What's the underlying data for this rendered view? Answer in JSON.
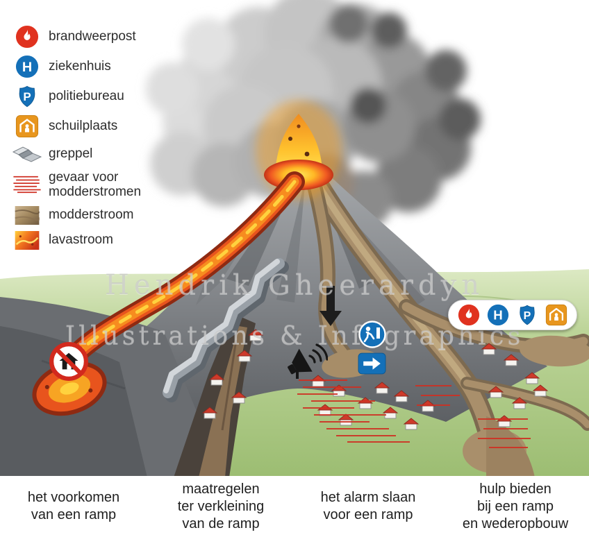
{
  "colors": {
    "fire_red": "#e0321f",
    "medical_blue": "#1470b8",
    "shelter_orange": "#e8961e",
    "hazard_red": "#cf2f22",
    "lava_orange": "#f47b20",
    "mud_brown": "#a38960",
    "text_dark": "#2d2d2d"
  },
  "legend": {
    "items": [
      {
        "icon": "fire-station-icon",
        "label": "brandweerpost"
      },
      {
        "icon": "hospital-icon",
        "label": "ziekenhuis"
      },
      {
        "icon": "police-badge-icon",
        "label": "politiebureau"
      },
      {
        "icon": "shelter-icon",
        "label": "schuilplaats"
      },
      {
        "icon": "ditch-icon",
        "label": "greppel"
      },
      {
        "icon": "mudflow-hazard-icon",
        "label": "gevaar voor\nmodderstromen"
      },
      {
        "icon": "mudflow-icon",
        "label": "modderstroom"
      },
      {
        "icon": "lavaflow-icon",
        "label": "lavastroom"
      }
    ]
  },
  "scene": {
    "hospital_letter": "H",
    "police_letter": "P",
    "facility_icons": [
      "fire-station",
      "hospital",
      "police-station",
      "shelter"
    ]
  },
  "watermark": {
    "line1": "Hendrik Gheerardyn",
    "line2": "Illustrations & Infographics"
  },
  "phases": [
    {
      "label": "het voorkomen\nvan een ramp"
    },
    {
      "label": "maatregelen\nter verkleining\nvan de ramp"
    },
    {
      "label": "het alarm slaan\nvoor een ramp"
    },
    {
      "label": "hulp bieden\nbij een ramp\nen wederopbouw"
    }
  ]
}
